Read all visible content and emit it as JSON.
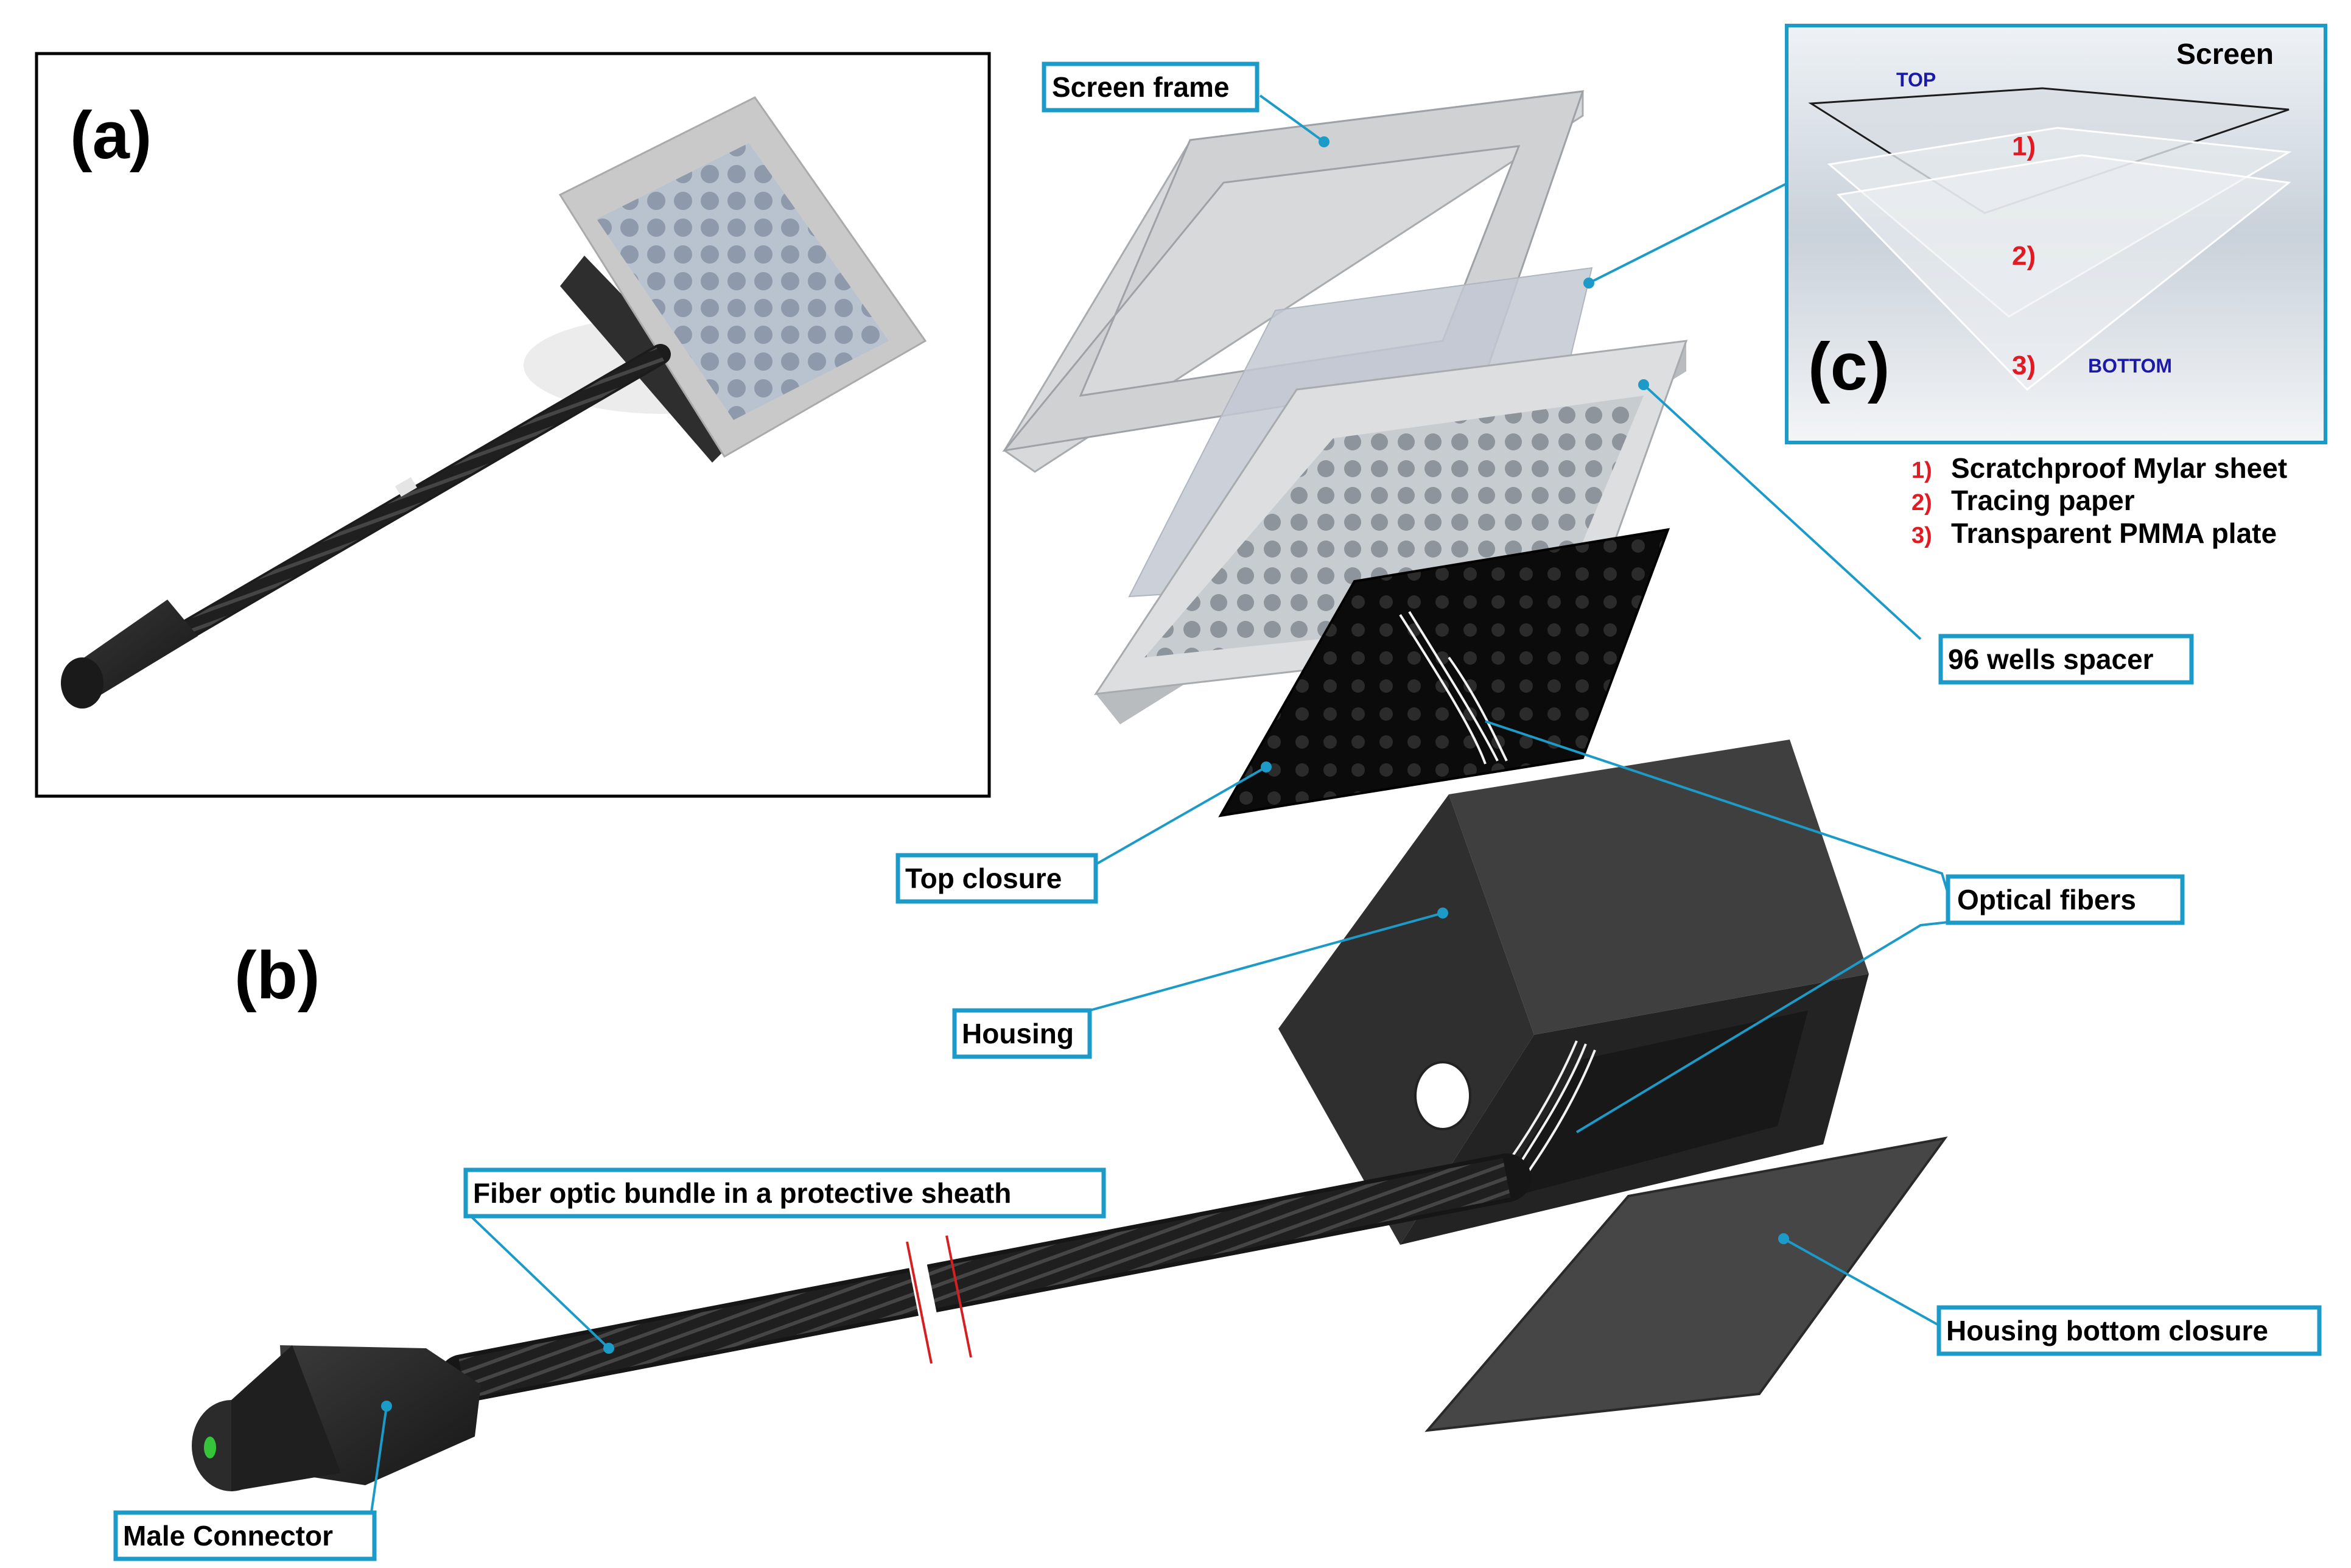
{
  "panels": {
    "a": "(a)",
    "b": "(b)",
    "c": "(c)"
  },
  "labels": {
    "screen_frame": "Screen frame",
    "wells_spacer": "96 wells spacer",
    "top_closure": "Top closure",
    "optical_fibers": "Optical fibers",
    "housing": "Housing",
    "fiber_bundle": "Fiber optic bundle in a protective sheath",
    "housing_bottom": "Housing bottom closure",
    "male_connector": "Male Connector"
  },
  "inset": {
    "title": "Screen",
    "top": "TOP",
    "bottom": "BOTTOM",
    "markers": [
      "1)",
      "2)",
      "3)"
    ]
  },
  "legend": [
    {
      "num": "1)",
      "text": "Scratchproof Mylar sheet"
    },
    {
      "num": "2)",
      "text": "Tracing paper"
    },
    {
      "num": "3)",
      "text": "Transparent PMMA plate"
    }
  ],
  "colors": {
    "accent": "#1c9bc8",
    "marker": "#e01b24",
    "inset_label": "#1a1aa6"
  }
}
